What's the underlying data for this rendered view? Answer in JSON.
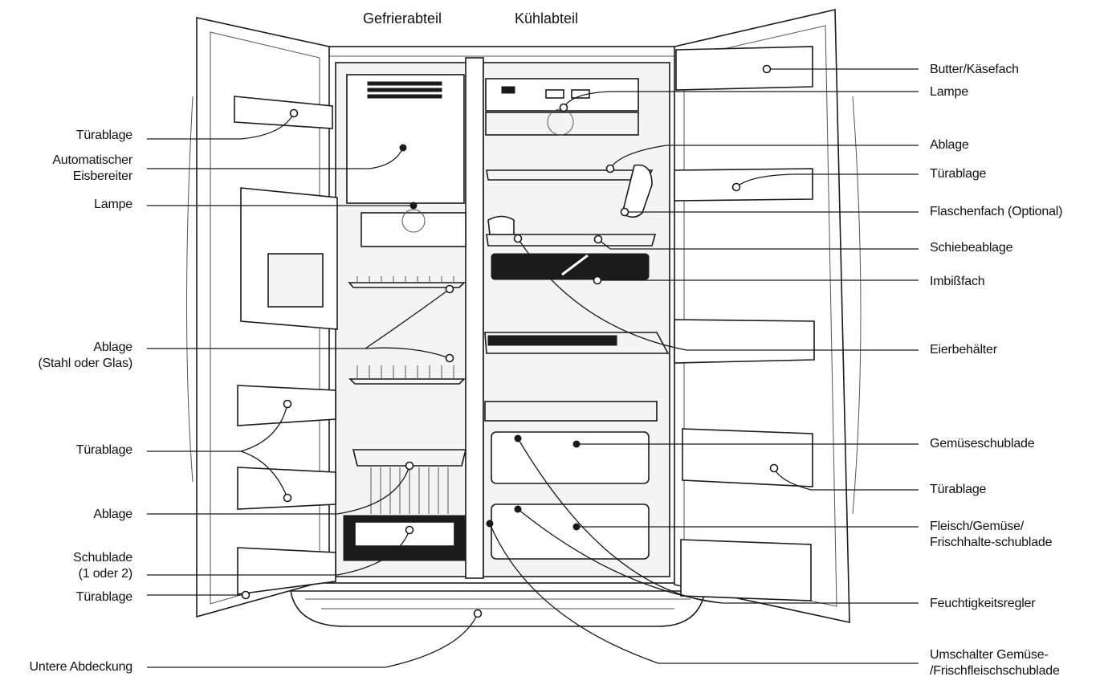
{
  "headers": {
    "freezer": "Gefrierabteil",
    "fridge": "Kühlabteil"
  },
  "labels_left": [
    {
      "lines": [
        "Türablage"
      ]
    },
    {
      "lines": [
        "Automatischer",
        "Eisbereiter"
      ]
    },
    {
      "lines": [
        "Lampe"
      ]
    },
    {
      "lines": [
        "Ablage",
        "(Stahl oder Glas)"
      ]
    },
    {
      "lines": [
        "Türablage"
      ]
    },
    {
      "lines": [
        "Ablage"
      ]
    },
    {
      "lines": [
        "Schublade",
        "(1 oder 2)"
      ]
    },
    {
      "lines": [
        "Türablage"
      ]
    },
    {
      "lines": [
        "Untere Abdeckung"
      ]
    }
  ],
  "labels_right": [
    {
      "lines": [
        "Butter/Käsefach"
      ]
    },
    {
      "lines": [
        "Lampe"
      ]
    },
    {
      "lines": [
        "Ablage"
      ]
    },
    {
      "lines": [
        "Türablage"
      ]
    },
    {
      "lines": [
        "Flaschenfach (Optional)"
      ]
    },
    {
      "lines": [
        "Schiebeablage"
      ]
    },
    {
      "lines": [
        "Imbißfach"
      ]
    },
    {
      "lines": [
        "Eierbehälter"
      ]
    },
    {
      "lines": [
        "Gemüseschublade"
      ]
    },
    {
      "lines": [
        "Türablage"
      ]
    },
    {
      "lines": [
        "Fleisch/Gemüse/",
        "Frischhalte-schublade"
      ]
    },
    {
      "lines": [
        "Feuchtigkeitsregler"
      ]
    },
    {
      "lines": [
        "Umschalter Gemüse-",
        "/Frischfleischschublade"
      ]
    }
  ]
}
